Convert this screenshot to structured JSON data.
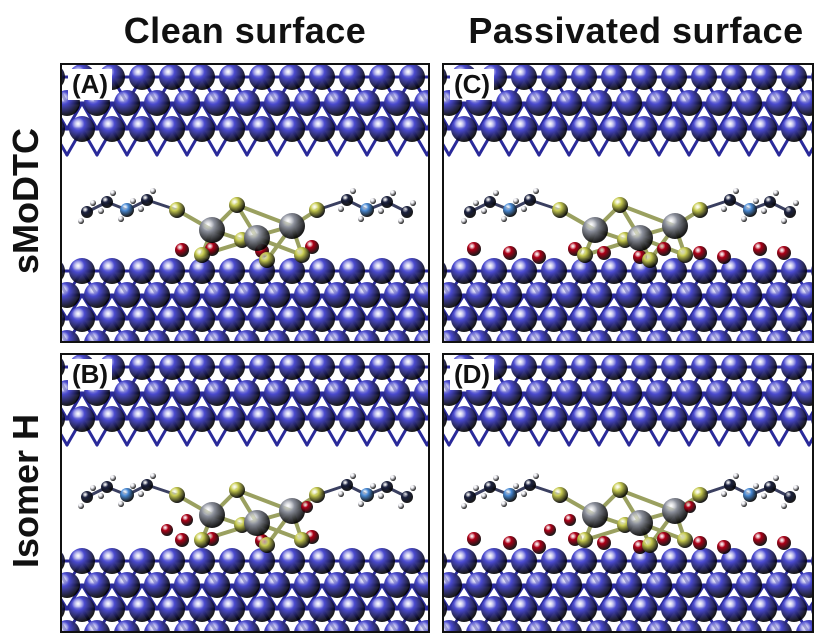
{
  "columns": [
    "Clean surface",
    "Passivated surface"
  ],
  "rows": [
    "sMoDTC",
    "Isomer H"
  ],
  "panels": [
    {
      "label": "(A)",
      "surface": "clean",
      "molecule": "smodtc"
    },
    {
      "label": "(B)",
      "surface": "clean",
      "molecule": "isomer"
    },
    {
      "label": "(C)",
      "surface": "passivated",
      "molecule": "smodtc"
    },
    {
      "label": "(D)",
      "surface": "passivated",
      "molecule": "isomer"
    }
  ],
  "colors": {
    "iron": "#4b4bd0",
    "iron_dark": "#2a2a9a",
    "molybdenum": "#8c909c",
    "sulfur": "#c8cc50",
    "oxygen": "#b00018",
    "carbon": "#1c2240",
    "nitrogen": "#4a8cd8",
    "hydrogen": "#e8e8ee"
  }
}
